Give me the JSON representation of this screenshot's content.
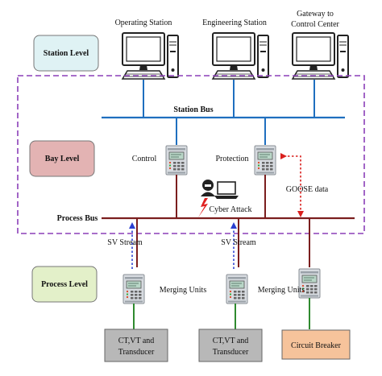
{
  "levels": {
    "station": "Station Level",
    "bay": "Bay Level",
    "process": "Process Level"
  },
  "stations": {
    "operating": "Operating Station",
    "engineering": "Engineering Station",
    "gateway_line1": "Gateway to",
    "gateway_line2": "Control Center"
  },
  "buses": {
    "station_bus": "Station Bus",
    "process_bus": "Process Bus"
  },
  "bay": {
    "control": "Control",
    "protection": "Protection",
    "goose": "GOOSE data",
    "cyber_attack": "Cyber Attack"
  },
  "process": {
    "sv_stream": "SV Stream",
    "merging_units": "Merging Units",
    "ct_line1": "CT,VT and",
    "ct_line2": "Transducer",
    "breaker": "Circuit Breaker"
  },
  "colors": {
    "station_box": "#dff2f4",
    "bay_box": "#e3b3b3",
    "process_box": "#e3f0c9",
    "station_bus": "#1f6fbf",
    "process_bus": "#7b1e1e",
    "dashed_border": "#8b3fb8",
    "sv_stream": "#2a3fd1",
    "goose": "#d9201e",
    "sensor_line": "#2f8a2f",
    "ct_box": "#b8b8b8",
    "breaker_box": "#f6c39b",
    "attack_bolt": "#e02020"
  },
  "icons": [
    "desktop-computer-icon",
    "relay-device-icon",
    "laptop-icon",
    "hacker-icon",
    "lightning-icon"
  ]
}
